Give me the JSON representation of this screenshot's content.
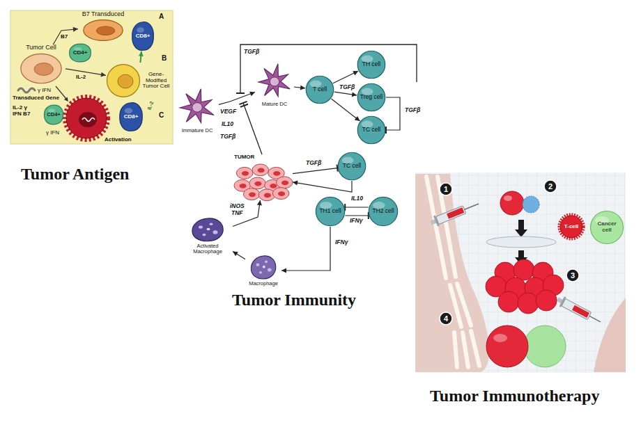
{
  "diagram": {
    "nodes": [
      {
        "text": [
          "Tumor Cell"
        ]
      },
      {
        "text": [
          "CD4+"
        ]
      },
      {
        "text": [
          "B7 Transduced"
        ]
      },
      {
        "text": [
          "CD8+"
        ]
      },
      {
        "text": [
          "Gene-Modified Tumor Cell"
        ]
      },
      {
        "text": [
          "CD4+"
        ]
      },
      {
        "text": [
          "CD8+"
        ]
      },
      {
        "text": [
          "Immature DC"
        ]
      },
      {
        "text": [
          "Mature DC"
        ]
      },
      {
        "text": [
          "T cell"
        ]
      },
      {
        "text": [
          "TH cell"
        ]
      },
      {
        "text": [
          "Treg cell"
        ]
      },
      {
        "text": [
          "TC cell"
        ]
      },
      {
        "text": [
          "TUMOR"
        ]
      },
      {
        "text": [
          "TC cell"
        ]
      },
      {
        "text": [
          "TH1 cell"
        ]
      },
      {
        "text": [
          "TH2 cell"
        ]
      },
      {
        "text": [
          "Activated Macrophage"
        ]
      },
      {
        "text": [
          "Macrophage"
        ]
      },
      {
        "text": [
          "T-cell"
        ]
      },
      {
        "text": [
          "Cancer cell"
        ]
      }
    ],
    "edges": [
      {
        "from": 0,
        "to": 2,
        "label": "B7",
        "arrow": "to"
      },
      {
        "from": 0,
        "to": 4,
        "label": "IL-2",
        "arrow": "to"
      },
      {
        "from": 4,
        "to": 3,
        "arrow": "to"
      },
      {
        "from": 7,
        "to": 8,
        "arrow": "to"
      },
      {
        "from": 8,
        "to": 9,
        "arrow": "to"
      },
      {
        "from": 9,
        "to": 10,
        "arrow": "to"
      },
      {
        "from": 9,
        "to": 11,
        "label": "TGFβ",
        "arrow": "to"
      },
      {
        "from": 9,
        "to": 12,
        "arrow": "to"
      },
      {
        "from": 11,
        "to": 12,
        "label": "TGFβ",
        "arrow": "to"
      },
      {
        "from": 13,
        "to": 14,
        "label": "TGFβ",
        "arrow": "to"
      },
      {
        "from": 14,
        "to": 13,
        "arrow": "to"
      },
      {
        "from": 16,
        "to": 15,
        "label": "IL10",
        "arrow": "to"
      },
      {
        "from": 15,
        "to": 16,
        "label": "IFNγ",
        "arrow": "to"
      },
      {
        "from": 15,
        "to": 18,
        "label": "IFNγ",
        "arrow": "to"
      },
      {
        "from": 18,
        "to": 17,
        "arrow": "to"
      },
      {
        "from": 17,
        "to": 13,
        "arrow": "to"
      }
    ],
    "labels": [
      "A",
      "B",
      "C",
      "γ IFN",
      "Transduced Gene",
      "IL-2 γ IFN B7",
      "γ IFN",
      "IL-2",
      "Activation",
      "Tumor Antigen",
      "TGFβ",
      "VEGF",
      "IL10",
      "TGFβ",
      "iNOS",
      "TNF",
      "Tumor Immunity",
      "1",
      "2",
      "3",
      "4",
      "Tumor Immunotherapy"
    ]
  }
}
